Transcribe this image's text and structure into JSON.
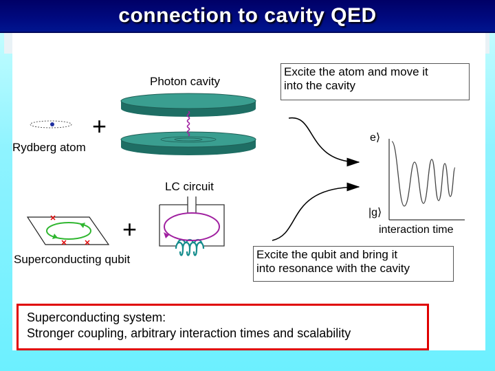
{
  "slide": {
    "title": "connection to cavity QED"
  },
  "labels": {
    "photon_cavity": "Photon cavity",
    "rydberg_atom": "Rydberg atom",
    "lc_circuit": "LC circuit",
    "superconducting_qubit": "Superconducting qubit",
    "plus_sign": "+",
    "excited_state": "e⟩",
    "ground_state": "|g⟩",
    "interaction_time": "interaction time"
  },
  "notes": {
    "atom": [
      "Excite the atom and move it",
      "into the cavity"
    ],
    "qubit": [
      "Excite the qubit and bring it",
      "into resonance with the cavity"
    ]
  },
  "summary": {
    "line1": "Superconducting system:",
    "line2": "Stronger coupling, arbitrary interaction times and scalability"
  },
  "colors": {
    "title_bg": "#000a80",
    "cavity_mirror": "#2e8b7f",
    "current_loop": "#a020a0",
    "qubit_arrow": "#2fb62f",
    "junction_mark": "#e00000",
    "inductor": "#148c8c",
    "summary_border": "#e00000"
  }
}
